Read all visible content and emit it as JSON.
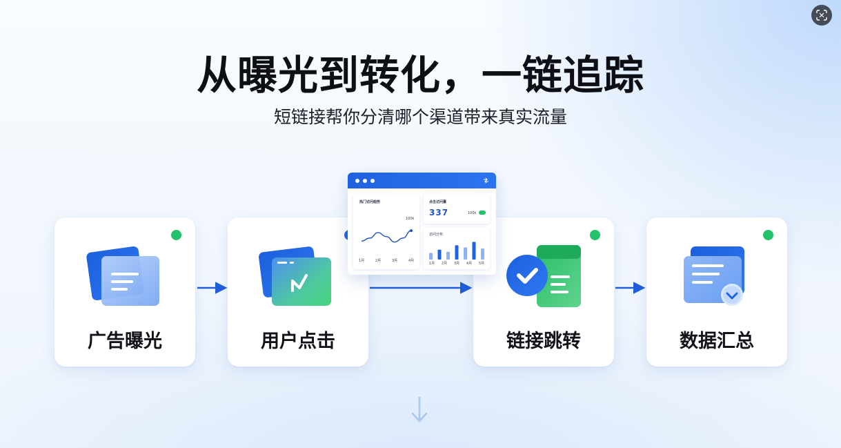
{
  "header": {
    "title": "从曝光到转化，一链追踪",
    "subtitle": "短链接帮你分清哪个渠道带来真实流量"
  },
  "steps": [
    {
      "label": "广告曝光",
      "status_color": "#22c16b",
      "icon": "ad-document-icon"
    },
    {
      "label": "用户点击",
      "status_color": "#2166e6",
      "icon": "click-card-icon"
    },
    {
      "label": "链接跳转",
      "status_color": "#22c16b",
      "icon": "check-redirect-icon"
    },
    {
      "label": "数据汇总",
      "status_color": "#22c16b",
      "icon": "data-summary-icon"
    }
  ],
  "dashboard": {
    "panel_line_title": "热门访问趋势",
    "panel_line_badge": "100k",
    "line_points": [
      0.3,
      0.42,
      0.64,
      0.48,
      0.26,
      0.42,
      0.72
    ],
    "line_x_labels": [
      "1月",
      "2月",
      "3月",
      "4月"
    ],
    "panel_stat_title": "点击访问量",
    "stat_value": "337",
    "stat_badge": "100k",
    "panel_bar_title": "访问分布",
    "bar_values": [
      0.3,
      0.45,
      0.35,
      0.65,
      0.55,
      0.8,
      0.5
    ],
    "bar_x_labels": [
      "1月",
      "2月",
      "3月",
      "4月",
      "5月"
    ]
  },
  "colors": {
    "accent_blue": "#1f62e0",
    "accent_green": "#22c16b",
    "connector": "#1f5ed8",
    "down_arrow": "#a9c8ef"
  }
}
